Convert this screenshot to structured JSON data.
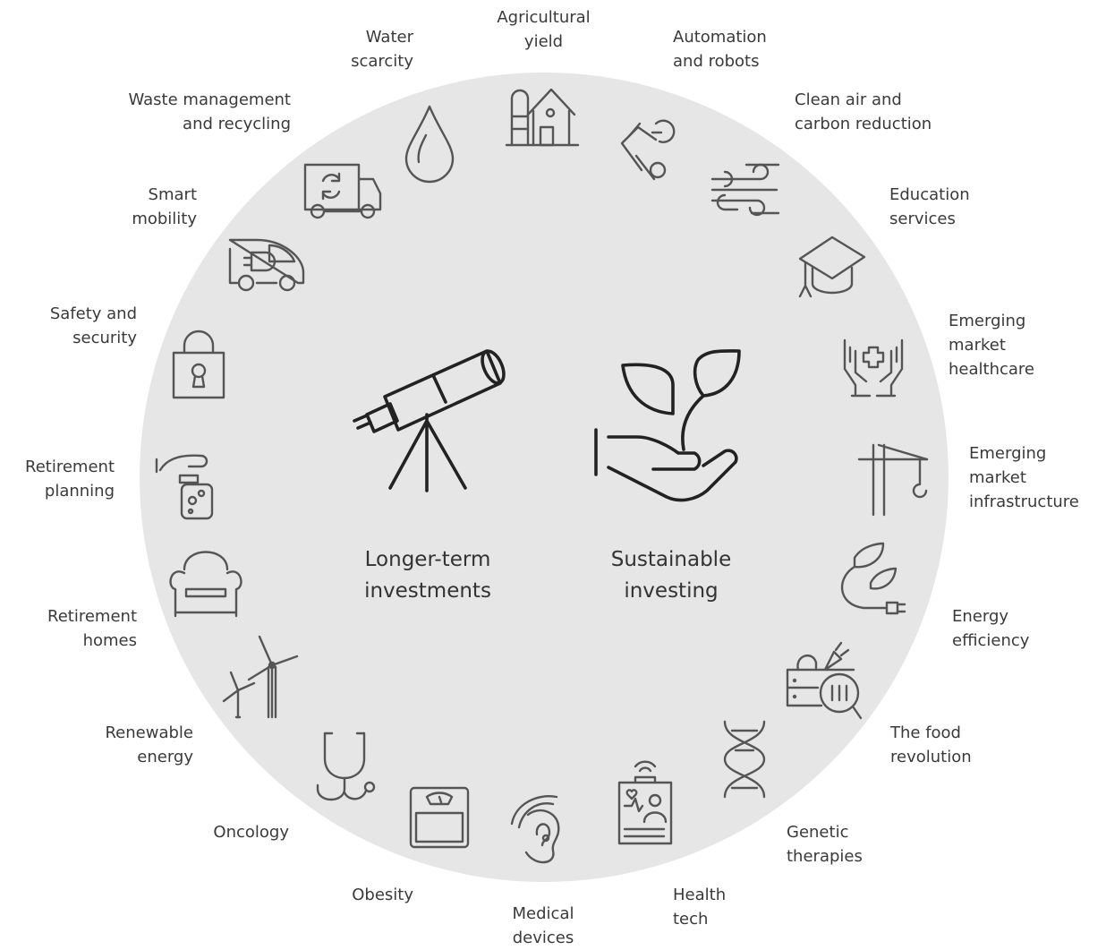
{
  "center": {
    "left_label": "Longer-term\ninvestments",
    "right_label": "Sustainable\ninvesting"
  },
  "themes": [
    {
      "label": "Agricultural\nyield",
      "icon": "farm-house-icon"
    },
    {
      "label": "Automation\nand robots",
      "icon": "robot-arm-icon"
    },
    {
      "label": "Clean air and\ncarbon reduction",
      "icon": "wind-icon"
    },
    {
      "label": "Education\nservices",
      "icon": "graduation-cap-icon"
    },
    {
      "label": "Emerging\nmarket\nhealthcare",
      "icon": "caring-hands-icon"
    },
    {
      "label": "Emerging\nmarket\ninfrastructure",
      "icon": "crane-icon"
    },
    {
      "label": "Energy\nefficiency",
      "icon": "leaf-plug-icon"
    },
    {
      "label": "The food\nrevolution",
      "icon": "food-inspection-icon"
    },
    {
      "label": "Genetic\ntherapies",
      "icon": "dna-icon"
    },
    {
      "label": "Health\ntech",
      "icon": "health-monitor-icon"
    },
    {
      "label": "Medical\ndevices",
      "icon": "hearing-aid-icon"
    },
    {
      "label": "Obesity",
      "icon": "scale-icon"
    },
    {
      "label": "Oncology",
      "icon": "stethoscope-icon"
    },
    {
      "label": "Renewable\nenergy",
      "icon": "wind-turbine-icon"
    },
    {
      "label": "Retirement\nhomes",
      "icon": "armchair-icon"
    },
    {
      "label": "Retirement\nplanning",
      "icon": "savings-jar-icon"
    },
    {
      "label": "Safety and\nsecurity",
      "icon": "padlock-icon"
    },
    {
      "label": "Smart\nmobility",
      "icon": "electric-car-icon"
    },
    {
      "label": "Waste management\nand recycling",
      "icon": "recycling-truck-icon"
    },
    {
      "label": "Water\nscarcity",
      "icon": "water-drop-icon"
    }
  ],
  "colors": {
    "circle_fill": "#e6e6e6",
    "icon_stroke": "#555555",
    "center_icon_stroke": "#222222",
    "text": "#3a3a3a"
  }
}
